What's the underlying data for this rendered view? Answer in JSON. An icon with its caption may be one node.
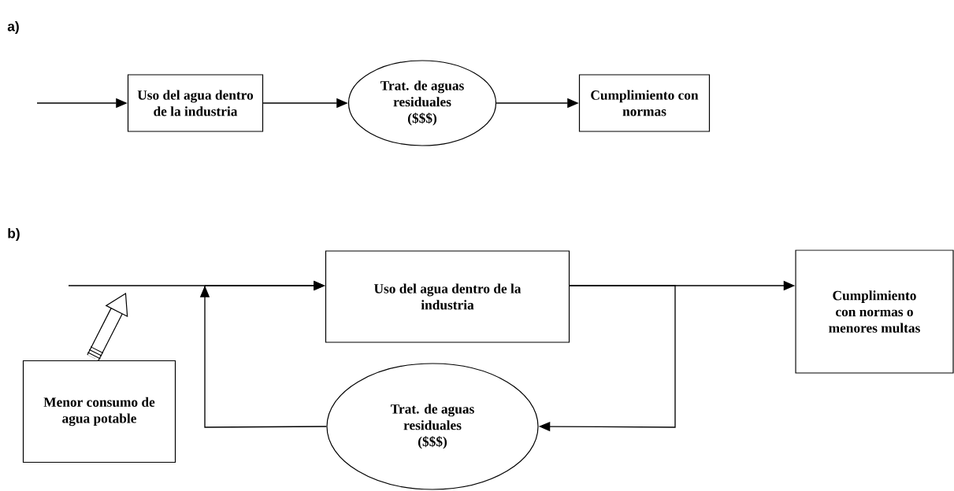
{
  "diagram": {
    "nodes": [
      {
        "text": [
          "Uso del agua dentro de la industria"
        ]
      },
      {
        "text": [
          "Trat. de aguas residuales",
          "($$$)"
        ]
      },
      {
        "text": [
          "Cumplimiento con normas"
        ]
      },
      {
        "text": [
          "Uso del agua dentro de la industria"
        ]
      },
      {
        "text": [
          "Cumplimiento con normas o menores multas"
        ]
      },
      {
        "text": [
          "Menor consumo de agua potable"
        ]
      },
      {
        "text": [
          "Trat. de aguas residuales",
          "($$$)"
        ]
      }
    ],
    "edges": [
      {
        "from": null,
        "to": 0,
        "arrow": "to"
      },
      {
        "from": 0,
        "to": 1,
        "arrow": "to"
      },
      {
        "from": 1,
        "to": 2,
        "arrow": "to"
      },
      {
        "from": null,
        "to": 3,
        "arrow": "to"
      },
      {
        "from": 6,
        "to": 3,
        "arrow": "to"
      },
      {
        "from": 3,
        "to": 4,
        "arrow": "to"
      },
      {
        "from": 3,
        "to": 6,
        "arrow": "to"
      },
      {
        "from": 5,
        "to": null,
        "arrow": "to",
        "style": "thick"
      }
    ],
    "labels": [
      "a)",
      "b)"
    ]
  }
}
